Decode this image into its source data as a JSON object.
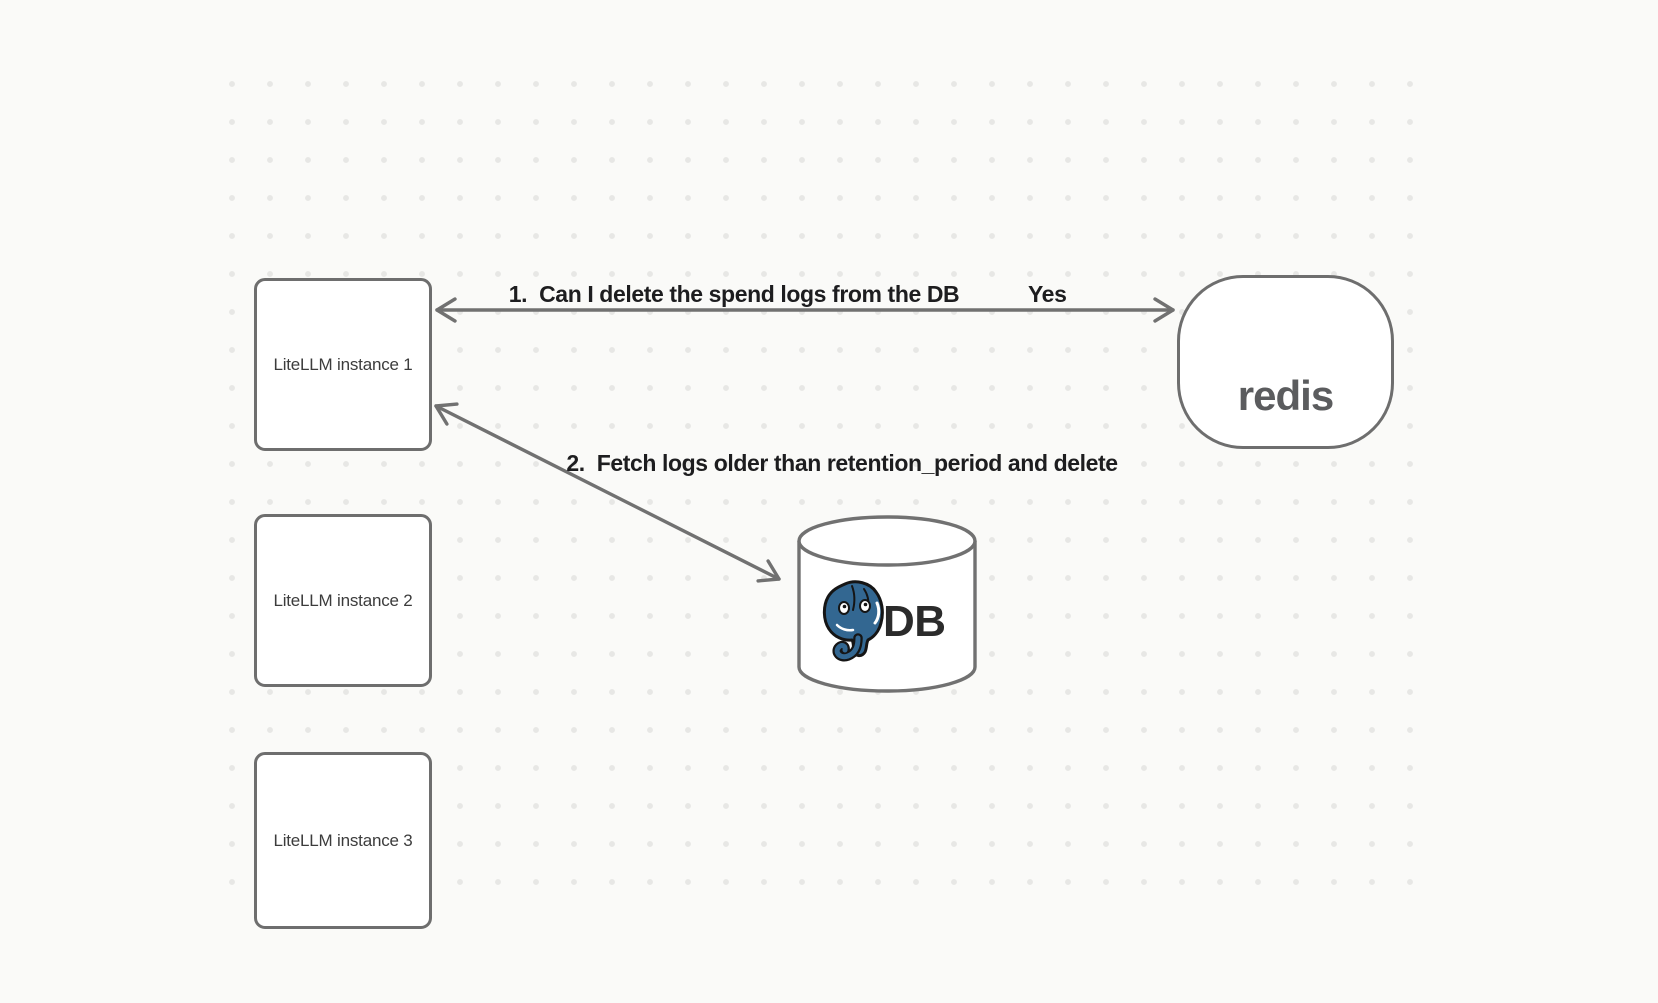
{
  "diagram": {
    "background_color": "#fafaf8",
    "dot_color": "#e7e7e5",
    "stroke_color": "#717171",
    "label_color": "#1d1d1f",
    "instances": [
      {
        "label": "LiteLLM instance 1"
      },
      {
        "label": "LiteLLM instance 2"
      },
      {
        "label": "LiteLLM instance 3"
      }
    ],
    "redis": {
      "wordmark": "redis",
      "icon": "redis-logo-icon",
      "logo_red": "#c6302b",
      "logo_dark_red": "#8c1a13",
      "decoration_maroon": "#741410",
      "wordmark_color": "#5b5c5e"
    },
    "db": {
      "label": "DB",
      "icon": "postgresql-elephant-icon",
      "elephant_blue": "#336791",
      "label_color": "#2b2b2b"
    },
    "edges": {
      "edge1": {
        "label": "1.  Can I delete the spend logs from the DB",
        "response": "Yes"
      },
      "edge2": {
        "label": "2.  Fetch logs older than retention_period and delete"
      }
    }
  }
}
